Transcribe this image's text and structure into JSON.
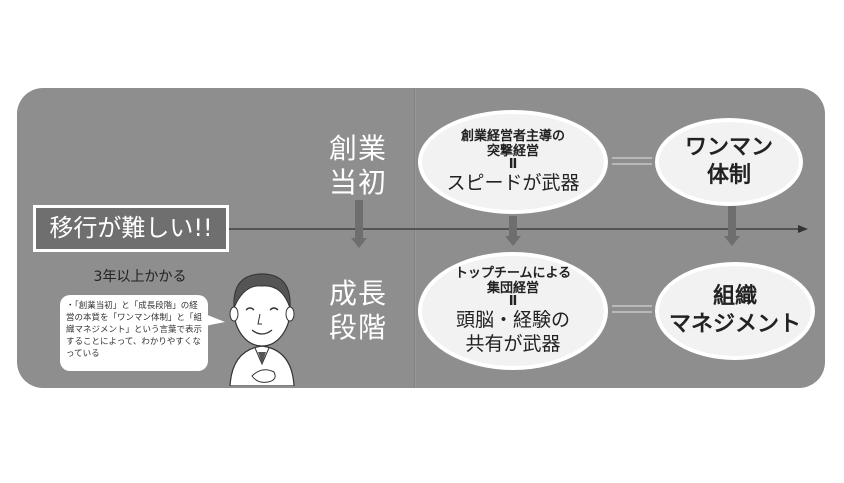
{
  "stages": {
    "start": "創業\n当初",
    "growth": "成長\n段階"
  },
  "ovals": {
    "top_left": {
      "line1": "創業経営者主導の",
      "line2": "突撃経営",
      "eq": "Ⅱ",
      "main": "スピードが武器"
    },
    "top_right": {
      "text": "ワンマン\n体制"
    },
    "bottom_left": {
      "line1": "トップチームによる",
      "line2": "集団経営",
      "eq": "Ⅱ",
      "main1": "頭脳・経験の",
      "main2": "共有が武器"
    },
    "bottom_right": {
      "text": "組織\nマネジメント"
    }
  },
  "migration": {
    "label": "移行が難しい!!",
    "sub": "3年以上かかる"
  },
  "note": "・「創業当初」と「成長段階」の経営の本質を「ワンマン体制」と「組織マネジメント」という言葉で表示することによって、わかりやすくなっている"
}
